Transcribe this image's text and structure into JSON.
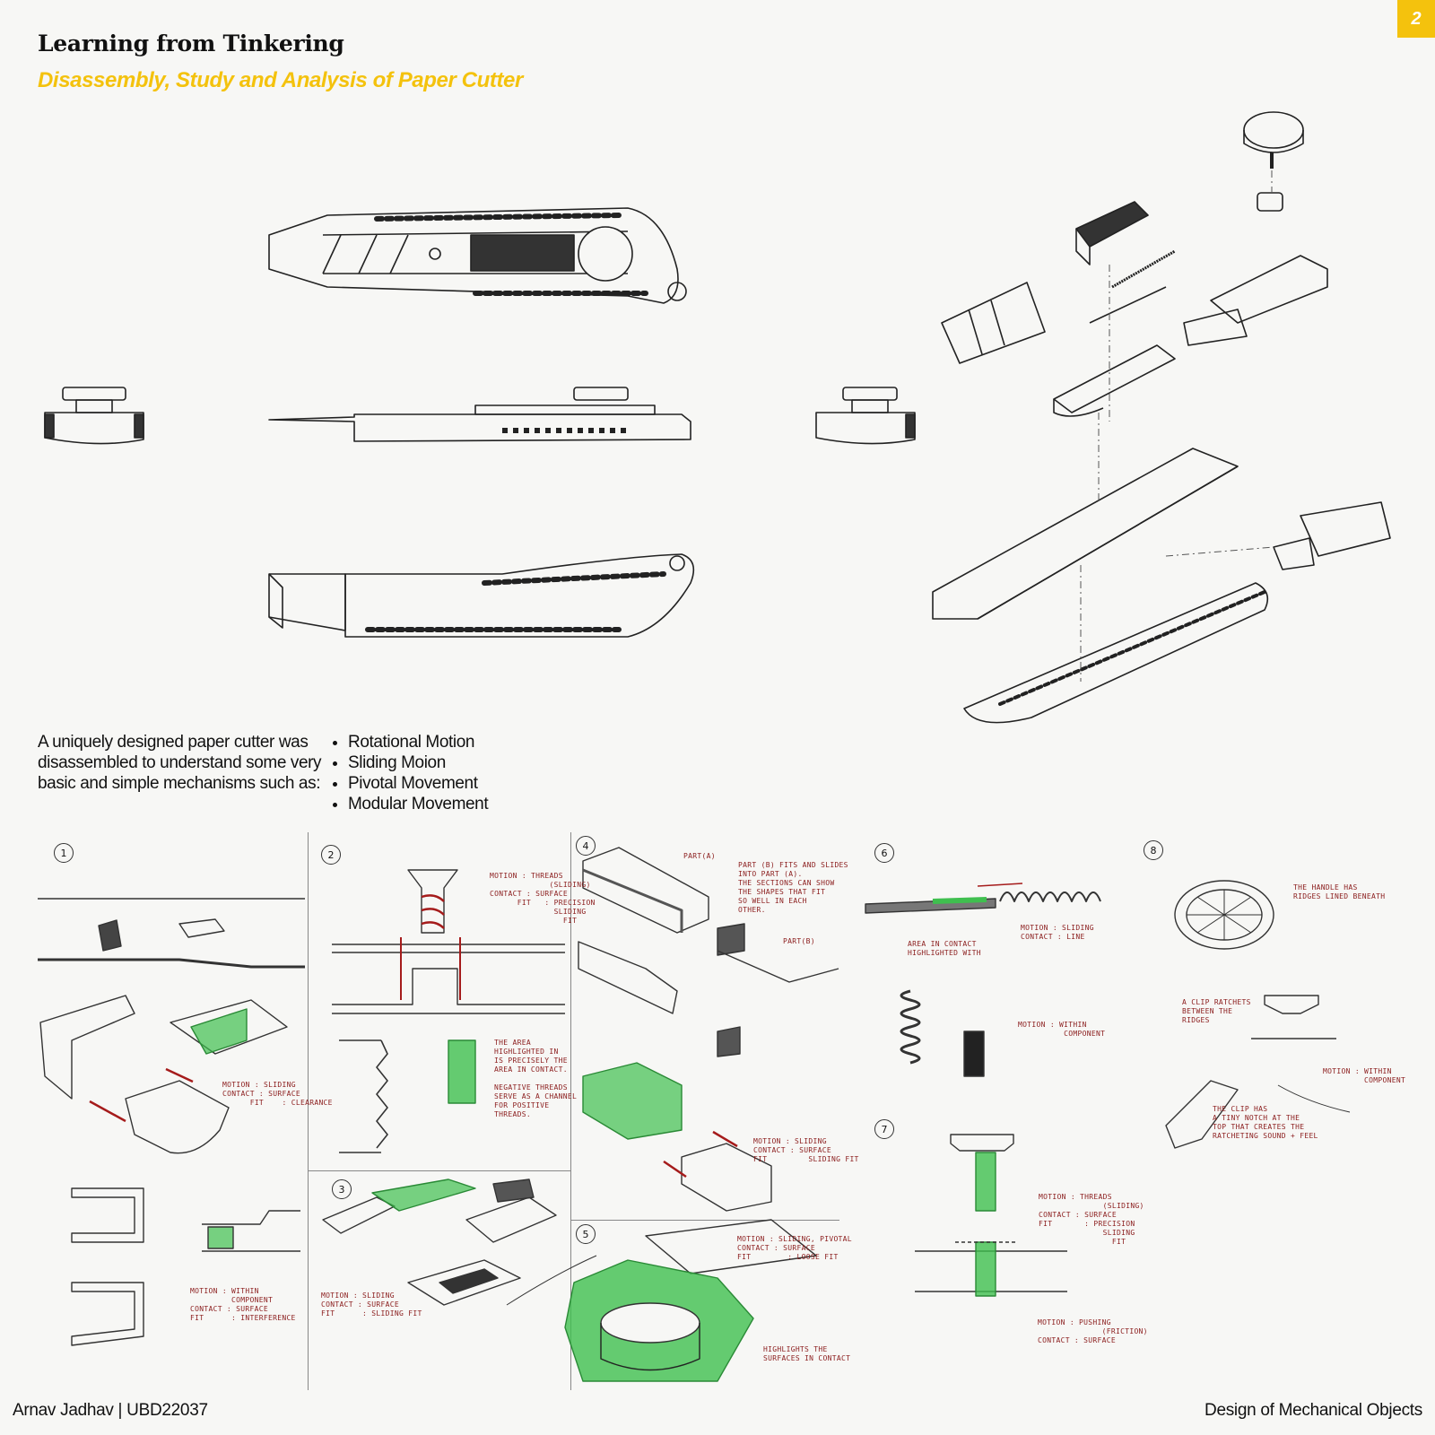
{
  "header": {
    "title": "Learning from Tinkering",
    "subtitle": "Disassembly, Study and Analysis of Paper Cutter",
    "page_number": "2"
  },
  "intro": {
    "text": "A uniquely designed paper cutter was disassembled to understand some very basic and simple mechanisms such as:",
    "bullets": [
      "Rotational Motion",
      "Sliding Moion",
      "Pivotal Movement",
      "Modular Movement"
    ]
  },
  "sketches": {
    "panel1": {
      "number": "1",
      "note_a": "MOTION : SLIDING\nCONTACT : SURFACE\n      FIT    : CLEARANCE",
      "note_b": "MOTION : WITHIN\n         COMPONENT\nCONTACT : SURFACE\nFIT      : INTERFERENCE"
    },
    "panel2": {
      "number": "2",
      "note_a": "MOTION : THREADS\n             (SLIDING)\nCONTACT : SURFACE\n      FIT   : PRECISION\n              SLIDING\n                FIT",
      "note_b": "THE AREA\nHIGHLIGHTED IN\nIS PRECISELY THE\nAREA IN CONTACT.\n\nNEGATIVE THREADS\nSERVE AS A CHANNEL\nFOR POSITIVE\nTHREADS."
    },
    "panel3": {
      "number": "3",
      "note_a": "MOTION : SLIDING\nCONTACT : SURFACE\nFIT      : SLIDING FIT"
    },
    "panel4": {
      "number": "4",
      "part_a": "PART(A)",
      "part_b": "PART(B)",
      "note_a": "PART (B) FITS AND SLIDES\nINTO PART (A).\nTHE SECTIONS CAN SHOW\nTHE SHAPES THAT FIT\nSO WELL IN EACH\nOTHER.",
      "note_b": "MOTION : SLIDING\nCONTACT : SURFACE\nFIT         SLIDING FIT"
    },
    "panel5": {
      "number": "5",
      "note_a": "MOTION : SLIDING, PIVOTAL\nCONTACT : SURFACE\nFIT        : LOOSE FIT",
      "note_b": "HIGHLIGHTS THE\nSURFACES IN CONTACT"
    },
    "panel6": {
      "number": "6",
      "note_a": "MOTION : SLIDING\nCONTACT : LINE",
      "note_b": "AREA IN CONTACT\nHIGHLIGHTED WITH",
      "note_c": "MOTION : WITHIN\n          COMPONENT"
    },
    "panel7": {
      "number": "7",
      "note_a": "MOTION : THREADS\n              (SLIDING)\nCONTACT : SURFACE\nFIT       : PRECISION\n              SLIDING\n                FIT",
      "note_b": "MOTION : PUSHING\n              (FRICTION)\nCONTACT : SURFACE"
    },
    "panel8": {
      "number": "8",
      "note_a": "THE HANDLE HAS\nRIDGES LINED BENEATH",
      "note_b": "A CLIP RATCHETS\nBETWEEN THE\nRIDGES",
      "note_c": "MOTION : WITHIN\n         COMPONENT",
      "note_d": "THE CLIP HAS\nA TINY NOTCH AT THE\nTOP THAT CREATES THE\nRATCHETING SOUND + FEEL"
    }
  },
  "footer": {
    "author": "Arnav Jadhav | UBD22037",
    "course": "Design of Mechanical Objects"
  },
  "colors": {
    "accent": "#f4c20d",
    "annotation": "#8b1d1d",
    "highlight": "#3fbf4f"
  }
}
